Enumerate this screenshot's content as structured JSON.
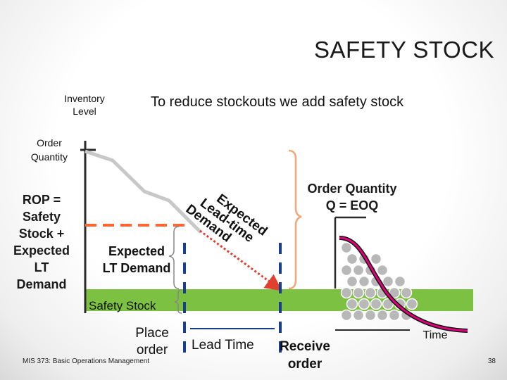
{
  "slide": {
    "title": "SAFETY STOCK",
    "subtitle": "To reduce stockouts we add safety stock",
    "footer": "MIS 373: Basic Operations Management",
    "page_number": "38"
  },
  "axis": {
    "y_label": [
      "Inventory",
      "Level"
    ],
    "x_label": "Time"
  },
  "labels": {
    "order_quantity": [
      "Order",
      "Quantity"
    ],
    "rop": [
      "ROP =",
      "Safety",
      "Stock +",
      "Expected",
      "LT",
      "Demand"
    ],
    "expected_lt_demand": [
      "Expected",
      "LT Demand"
    ],
    "safety_stock": "Safety Stock",
    "order_quantity_eoq": [
      "Order Quantity",
      "Q = EOQ"
    ],
    "place_order": [
      "Place",
      "order"
    ],
    "lead_time": "Lead Time",
    "receive_order": [
      "Receive",
      "order"
    ],
    "expected_leadtime_demand_arc": [
      "Expected",
      "Lead-time",
      "Demand"
    ]
  },
  "colors": {
    "safety_stock_band": "#7dc142",
    "dashed_line": "#1a3f8a",
    "rop_dashed": "#ff6633",
    "demand_line": "#c8c8c8",
    "arc_text": "#111111",
    "brace_orange": "#f0a878",
    "distribution_curve": "#e0007a",
    "arrow_red": "#e04030"
  }
}
